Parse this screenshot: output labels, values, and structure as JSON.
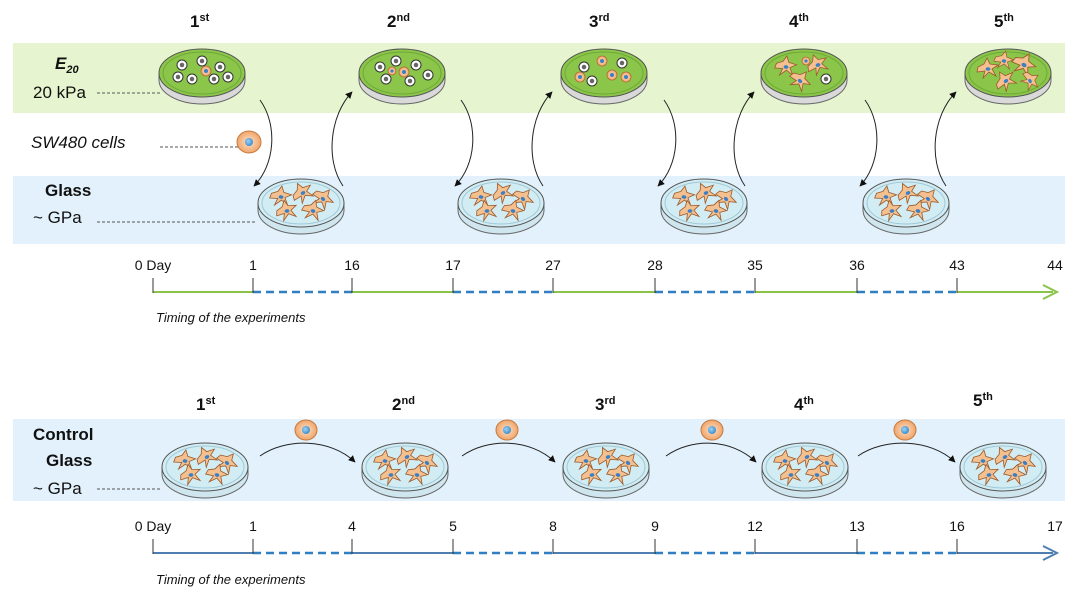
{
  "top": {
    "ordinals": [
      {
        "num": "1",
        "suffix": "st"
      },
      {
        "num": "2",
        "suffix": "nd"
      },
      {
        "num": "3",
        "suffix": "rd"
      },
      {
        "num": "4",
        "suffix": "th"
      },
      {
        "num": "5",
        "suffix": "th"
      }
    ],
    "e20_label": "E",
    "e20_sub": "20",
    "e20_value": "20 kPa",
    "cells_label": "SW480 cells",
    "glass_label": "Glass",
    "glass_value": "~ GPa",
    "timeline_ticks": [
      "0 Day",
      "1",
      "16",
      "17",
      "27",
      "28",
      "35",
      "36",
      "43",
      "44"
    ],
    "caption": "Timing of the experiments"
  },
  "bottom": {
    "ordinals": [
      {
        "num": "1",
        "suffix": "st"
      },
      {
        "num": "2",
        "suffix": "nd"
      },
      {
        "num": "3",
        "suffix": "rd"
      },
      {
        "num": "4",
        "suffix": "th"
      },
      {
        "num": "5",
        "suffix": "th"
      }
    ],
    "control_label_1": "Control",
    "control_label_2": "Glass",
    "glass_value": "~ GPa",
    "timeline_ticks": [
      "0 Day",
      "1",
      "4",
      "5",
      "8",
      "9",
      "12",
      "13",
      "16",
      "17"
    ],
    "caption": "Timing of the experiments"
  },
  "colors": {
    "green_band": "#e6f5cf",
    "blue_band": "#e2f1fb",
    "green_dish": "#8bc64a",
    "glass_dish": "#c9e7f2",
    "green_line": "#8bc34a",
    "blue_dash": "#2f7fc2",
    "steel_line": "#4f7fb0"
  }
}
